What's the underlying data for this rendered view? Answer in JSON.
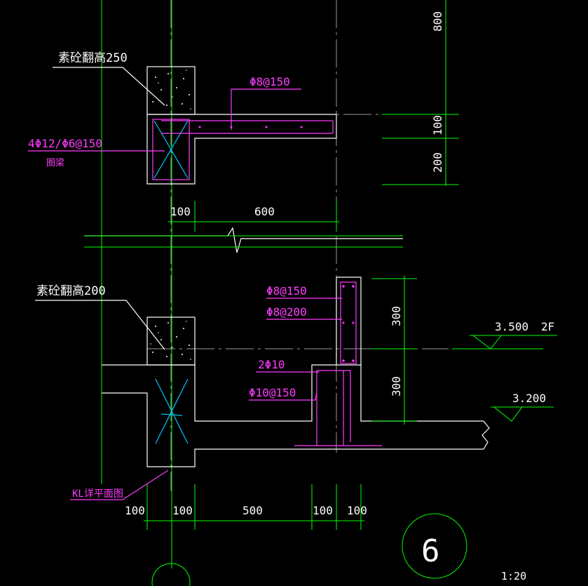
{
  "upper": {
    "curb_label": "素砼翻高250",
    "rebar_top": "Φ8@150",
    "ring_beam_rebar": "4Φ12/Φ6@150",
    "ring_beam_label": "圈梁",
    "dims_h": [
      "100",
      "600"
    ],
    "dims_v": [
      "800",
      "100",
      "200"
    ]
  },
  "lower": {
    "curb_label": "素砼翻高200",
    "rebar_1": "Φ8@150",
    "rebar_2": "Φ8@200",
    "rebar_3": "2Φ10",
    "rebar_4": "Φ10@150",
    "beam_label": "KL详平面图",
    "dims_h": [
      "100",
      "100",
      "500",
      "100",
      "100"
    ],
    "dims_v": [
      "300",
      "300"
    ],
    "level_1": "3.500",
    "floor_label": "2F",
    "level_2": "3.200"
  },
  "detail_number": "6",
  "scale": "1:20"
}
